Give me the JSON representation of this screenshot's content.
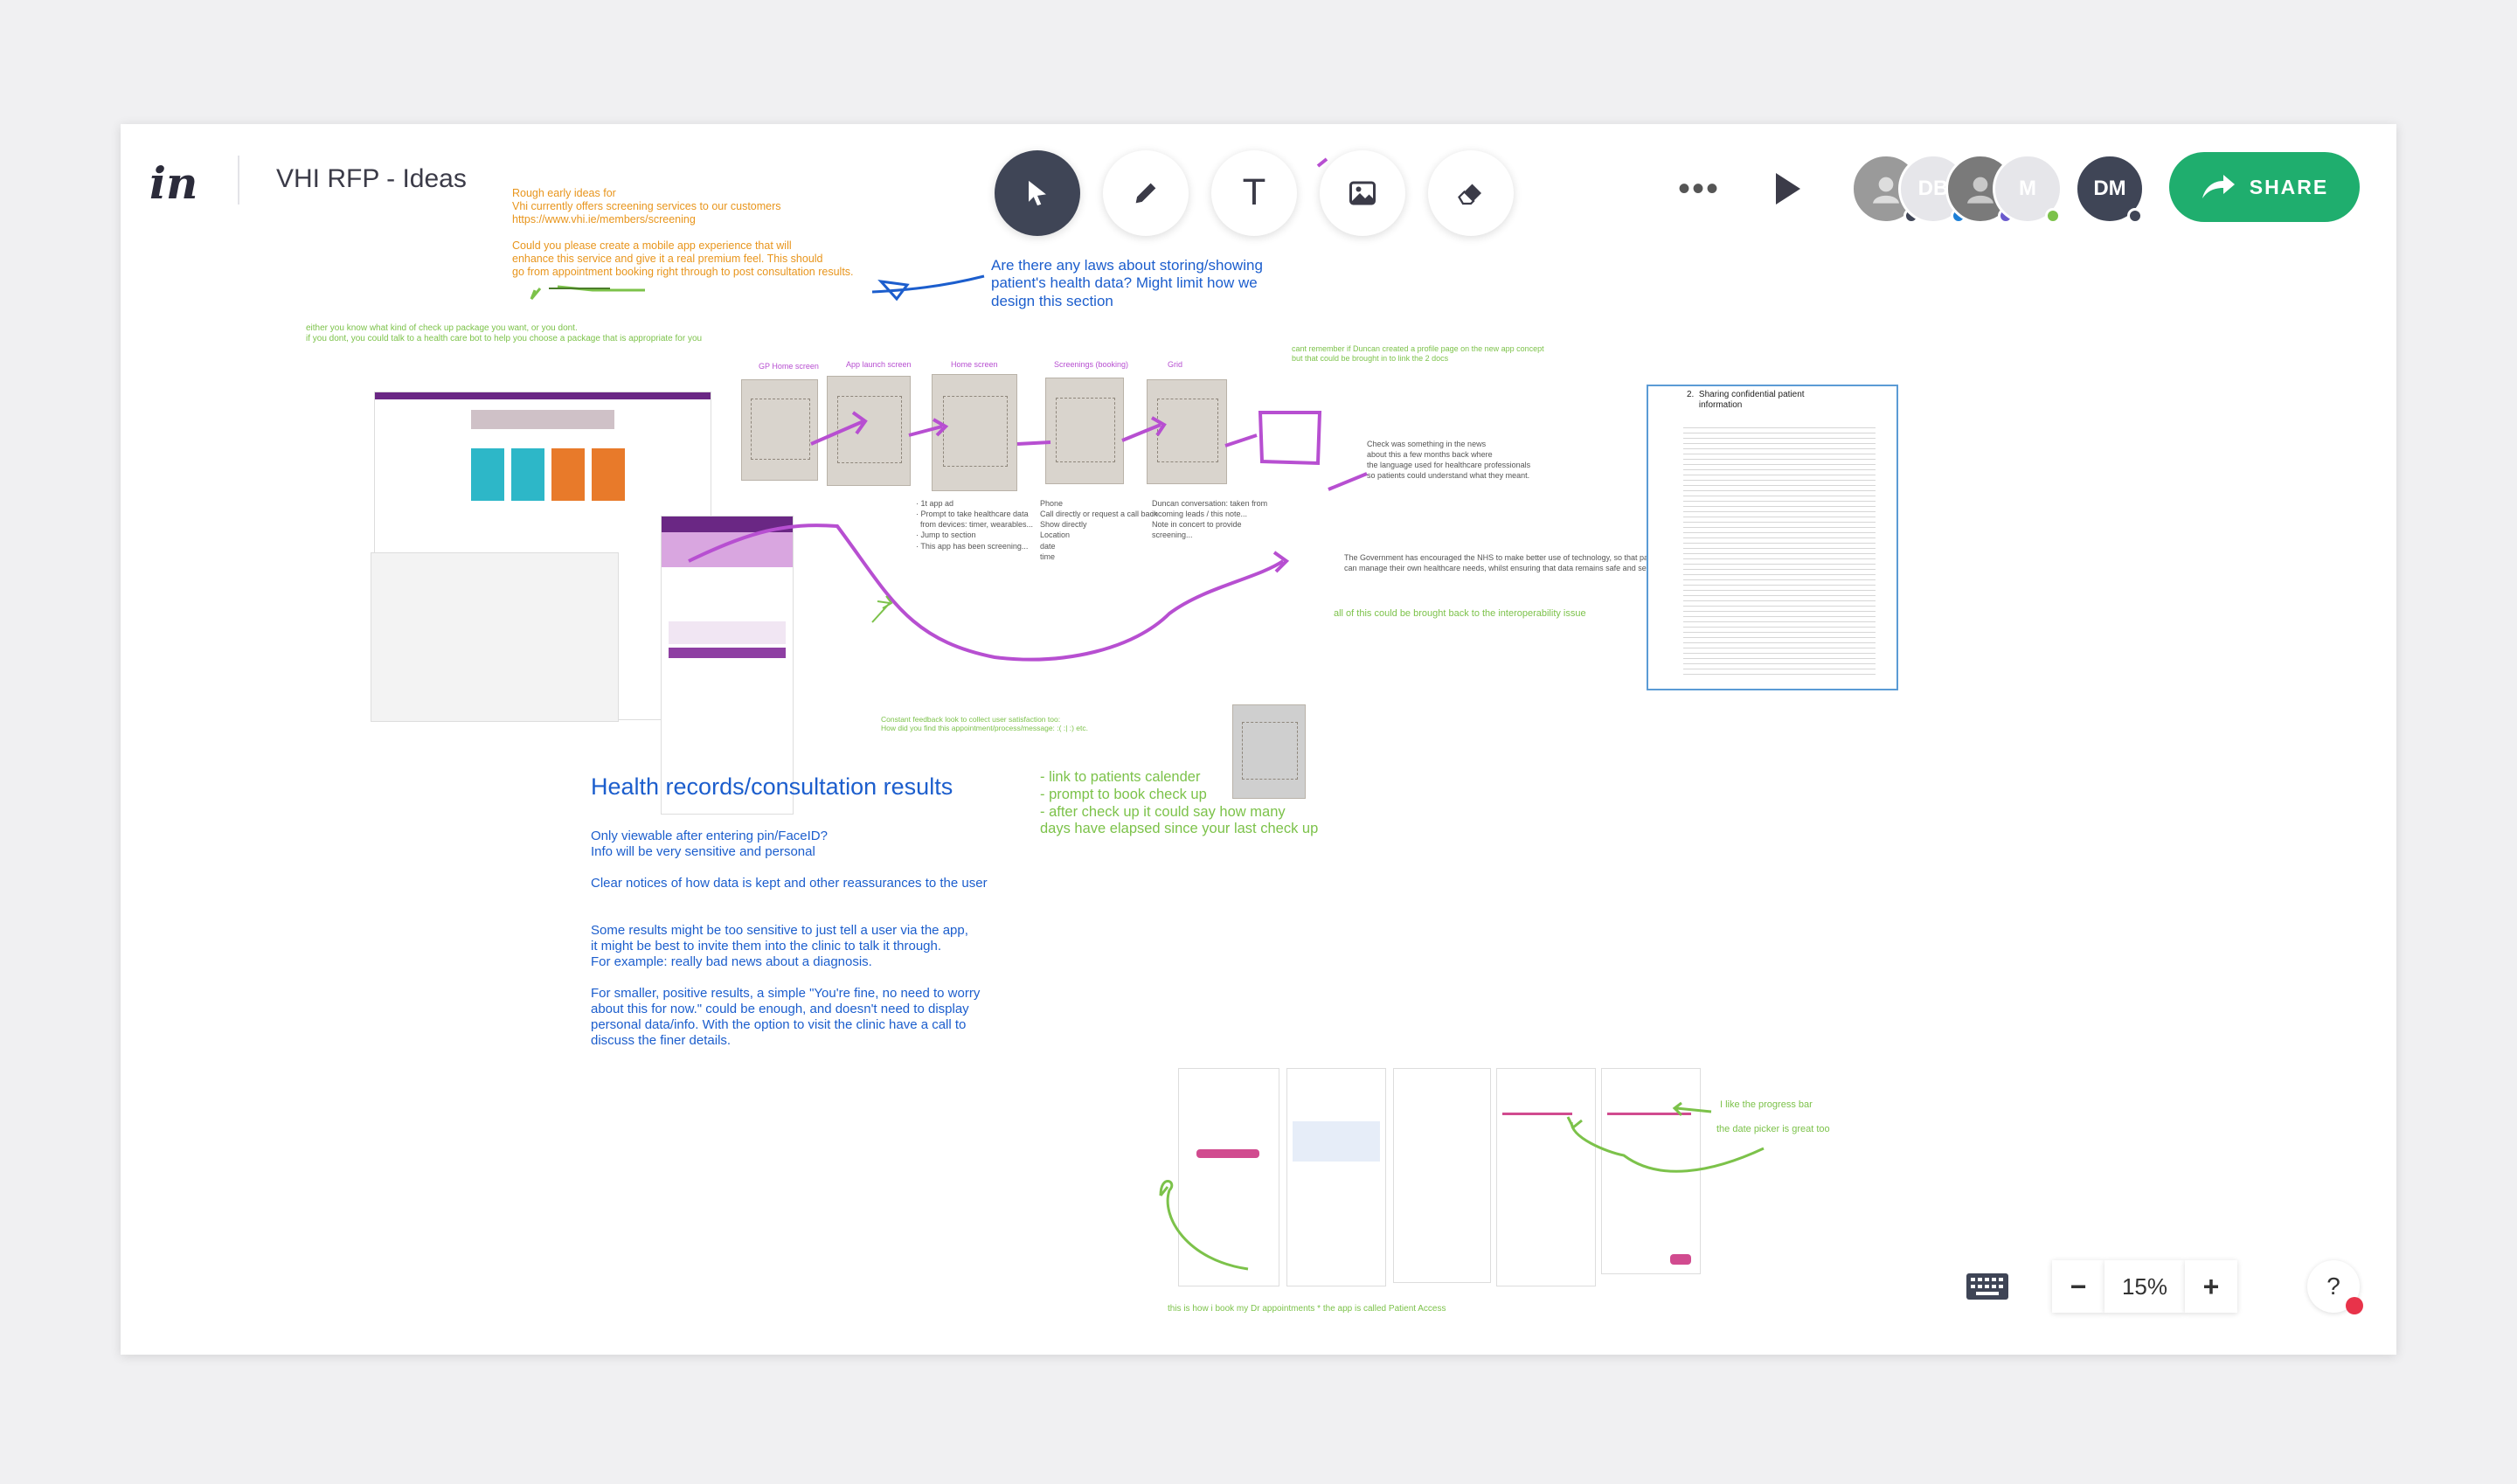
{
  "header": {
    "logo": "in",
    "title": "VHI RFP - Ideas"
  },
  "toolbar": {
    "tools": [
      {
        "name": "select",
        "icon": "cursor-arrow-icon",
        "active": true
      },
      {
        "name": "pen",
        "icon": "pencil-icon",
        "active": false
      },
      {
        "name": "text",
        "icon": "text-icon",
        "label": "T",
        "active": false
      },
      {
        "name": "image",
        "icon": "image-icon",
        "active": false
      },
      {
        "name": "eraser",
        "icon": "eraser-icon",
        "active": false
      }
    ],
    "more_label": "•••"
  },
  "collaborators": [
    {
      "initials": "",
      "color": "#9a9a9a",
      "dot": "#3f4556"
    },
    {
      "initials": "DB",
      "color": "#e6e6ea",
      "dot": "#1c7ed6"
    },
    {
      "initials": "",
      "color": "#7a7a7a",
      "dot": "#6a5acd"
    },
    {
      "initials": "M",
      "color": "#e6e6ea",
      "dot": "#7cc24a"
    },
    {
      "initials": "DM",
      "color": "#3f4556",
      "dot": "#3f4556"
    }
  ],
  "share_label": "SHARE",
  "notes": {
    "orange_intro": "Rough early ideas for\nVhi currently offers screening services to our customers\nhttps://www.vhi.ie/members/screening\n\nCould you please create a mobile app experience that will\nenhance this service and give it a real premium feel. This should\ngo from appointment booking right through to post consultation results.",
    "green_checkup": "either you know what kind of check up package you want, or you dont.\nif you dont, you could talk to a health care bot to help you choose a package that is appropriate for you",
    "blue_laws": "Are there any laws about storing/showing\npatient's health data? Might limit how we\ndesign this section",
    "green_profile": "cant remember if Duncan created a profile page on the new app concept\nbut that could be brought in to link the 2 docs",
    "green_interop": "all of this could be brought back to the interoperability issue",
    "green_feedback": "Constant feedback look to collect user satisfaction too:\nHow did you find this appointment/process/message: :( :| :) etc.",
    "green_calendar": "- link to patients calender\n- prompt to book check up\n- after check up it could say how many\ndays have elapsed since your last check up",
    "health_title": "Health records/consultation results",
    "health_body_1": "Only viewable after entering pin/FaceID?\nInfo will be very sensitive and personal\n\nClear notices of how data is kept and other reassurances to the user",
    "health_body_2": "Some results might be too sensitive to just tell a user via the app,\nit might be best to invite them into the clinic to talk it through.\nFor example: really bad news about a diagnosis.\n\nFor smaller, positive results, a simple \"You're fine, no need to worry\nabout this for now.\" could be enough, and doesn't need to display\npersonal data/info. With the option to visit the clinic have a call to\ndiscuss the finer details.",
    "green_progress": "I like the progress bar",
    "green_datepicker": "the date picker is great too",
    "green_patient_access": "this is how i book my Dr appointments * the app is called Patient Access",
    "doc_heading": "2.  Sharing confidential patient\n     information",
    "sketch_labels": [
      "GP Home screen",
      "App launch screen",
      "Home screen",
      "Screenings (booking)",
      "Grid"
    ]
  },
  "zoom": {
    "minus": "−",
    "value": "15%",
    "plus": "+"
  },
  "help_label": "?"
}
